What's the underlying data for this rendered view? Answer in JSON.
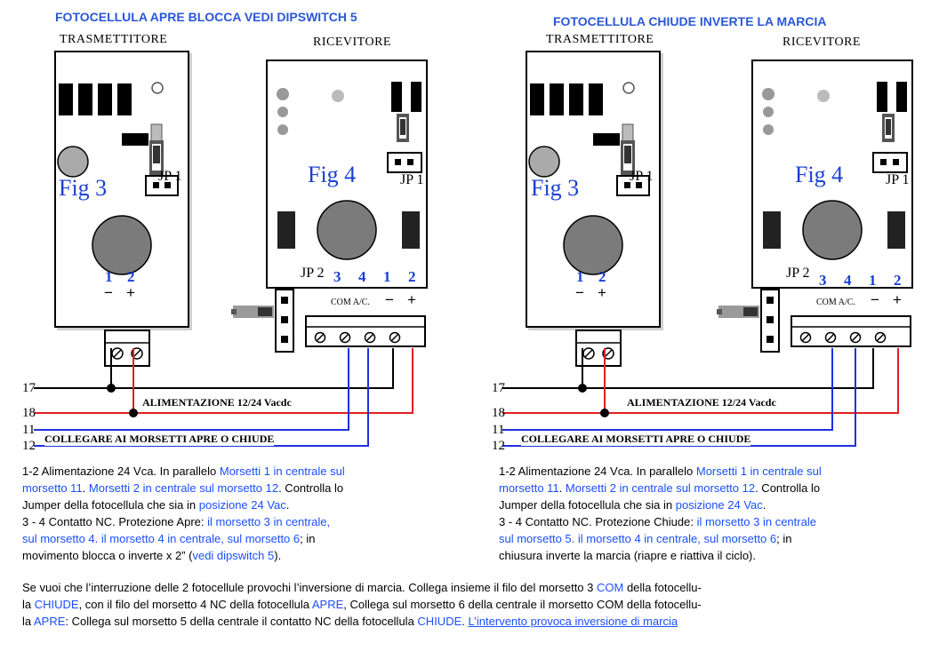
{
  "colors": {
    "accent": "#2a57d8",
    "link": "#1a4fff",
    "wire_red": "#e02020",
    "wire_blue": "#2030e0",
    "wire_black": "#000000"
  },
  "left": {
    "title": "FOTOCELLULA APRE BLOCCA VEDI DIPSWITCH 5",
    "tx_label": "TRASMETTITORE",
    "rx_label": "RICEVITORE",
    "tx_fig": "Fig 3",
    "rx_fig": "Fig 4",
    "tx_jp": "JP 1",
    "rx_jp1": "JP 1",
    "rx_jp2": "JP 2",
    "tx_terminal_nums": [
      "1",
      "2"
    ],
    "rx_terminal_nums": [
      "3",
      "4",
      "1",
      "2"
    ],
    "rx_terminal_text": "COM A/C.",
    "minus": "−",
    "plus": "+",
    "wire_nums": [
      "17",
      "18",
      "11",
      "12"
    ],
    "label_power": "ALIMENTAZIONE 12/24 Vacdc",
    "label_connect": "COLLEGARE AI MORSETTI APRE O CHIUDE",
    "description": {
      "l1a": "1-2 Alimentazione 24 Vca. In parallelo ",
      "l1b": "Morsetti 1 in centrale sul",
      "l2a": "morsetto 11",
      "l2b": ". ",
      "l2c": "Morsetti 2 in centrale sul morsetto 12",
      "l2d": ". Controlla lo",
      "l3a": "Jumper della fotocellula che sia in ",
      "l3b": "posizione 24 Vac",
      "l3c": ".",
      "l4a": "3 - 4 Contatto NC. Protezione Apre: ",
      "l4b": "il morsetto 3 in centrale,",
      "l5a": "sul morsetto 4. il morsetto 4 in centrale, sul morsetto 6",
      "l5b": "; in",
      "l6a": "movimento blocca o inverte x 2” (",
      "l6b": "vedi dipswitch 5",
      "l6c": ")."
    }
  },
  "right": {
    "title": "FOTOCELLULA CHIUDE INVERTE LA MARCIA",
    "tx_label": "TRASMETTITORE",
    "rx_label": "RICEVITORE",
    "tx_fig": "Fig 3",
    "rx_fig": "Fig 4",
    "tx_jp": "JP 1",
    "rx_jp1": "JP 1",
    "rx_jp2": "JP 2",
    "tx_terminal_nums": [
      "1",
      "2"
    ],
    "rx_terminal_nums": [
      "3",
      "4",
      "1",
      "2"
    ],
    "rx_terminal_text": "COM A/C.",
    "minus": "−",
    "plus": "+",
    "wire_nums": [
      "17",
      "18",
      "11",
      "12"
    ],
    "label_power": "ALIMENTAZIONE 12/24 Vacdc",
    "label_connect": "COLLEGARE AI MORSETTI APRE O CHIUDE",
    "description": {
      "l1a": "1-2 Alimentazione 24 Vca. In parallelo ",
      "l1b": "Morsetti 1 in centrale sul",
      "l2a": "morsetto 11",
      "l2b": ". ",
      "l2c": "Morsetti 2  in centrale sul morsetto 12",
      "l2d": ". Controlla lo",
      "l3a": "Jumper della fotocellula che sia in ",
      "l3b": "posizione 24 Vac",
      "l3c": ".",
      "l4a": "3 - 4 Contatto NC. Protezione Chiude: ",
      "l4b": "il morsetto 3 in centrale",
      "l5a": "sul morsetto 5. il morsetto 4 in centrale, sul morsetto 6",
      "l5b": "; in",
      "l6a": "chiusura inverte la marcia (riapre e riattiva il ciclo)."
    }
  },
  "bottom": {
    "l1a": "Se vuoi che l’interruzione delle 2 fotocellule provochi l’inversione di marcia. Collega insieme il filo del morsetto 3 ",
    "l1b": "COM",
    "l1c": " della fotocellu-",
    "l2a": "la ",
    "l2b": "CHIUDE",
    "l2c": ", con il filo del morsetto 4 NC della fotocellula ",
    "l2d": "APRE",
    "l2e": ", Collega sul morsetto 6 della centrale il morsetto COM della fotocellu-",
    "l3a": "la ",
    "l3b": "APRE",
    "l3c": ": Collega sul morsetto 5 della centrale il contatto NC della fotocellula ",
    "l3d": "CHIUDE",
    "l3e": ". ",
    "l3f": "L’intervento provoca inversione di marcia"
  }
}
